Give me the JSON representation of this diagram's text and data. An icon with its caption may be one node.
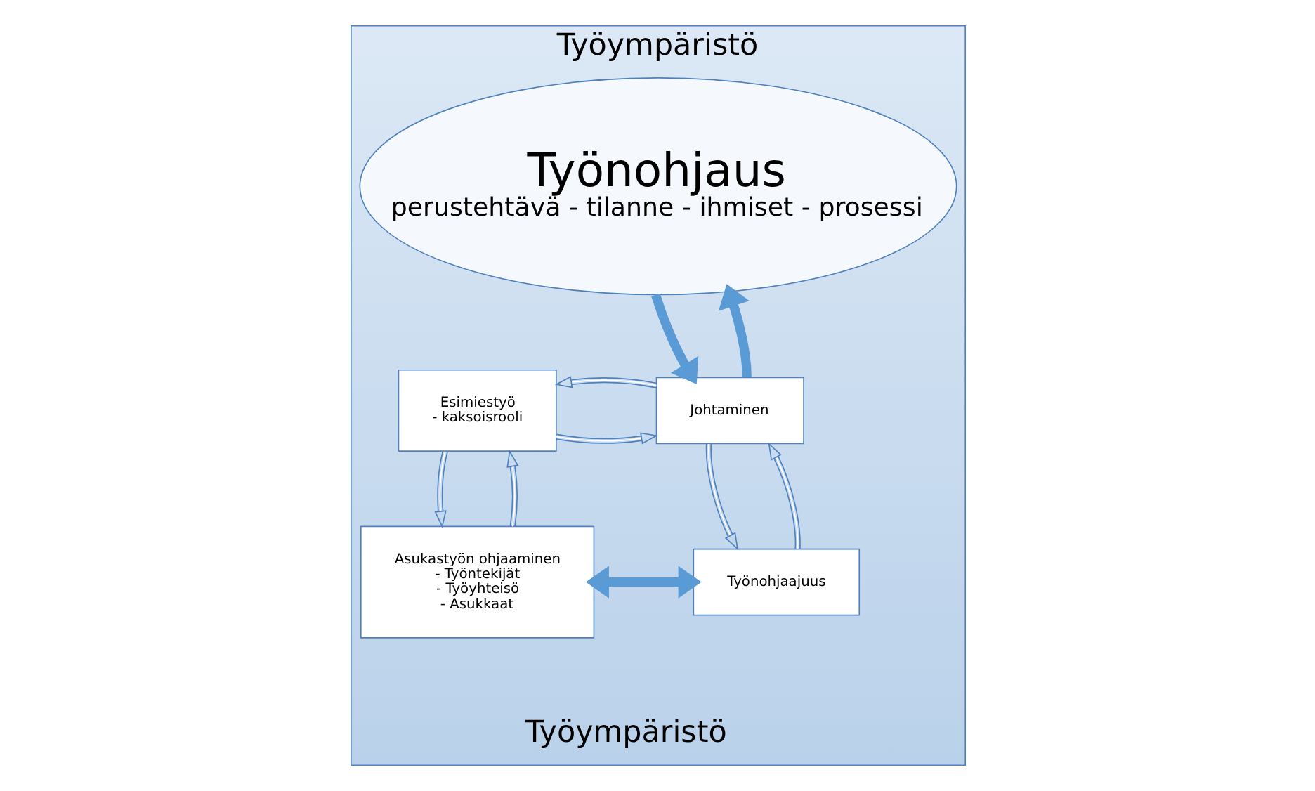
{
  "diagram": {
    "nodes": [
      {
        "text": [
          "Työympäristö",
          "Työympäristö"
        ]
      },
      {
        "text": [
          "Työnohjaus",
          "perustehtävä - tilanne - ihmiset - prosessi"
        ],
        "in": 0
      },
      {
        "text": [
          "Esimiestyö",
          "- kaksoisrooli"
        ],
        "in": 0
      },
      {
        "text": [
          "Johtaminen"
        ],
        "in": 0
      },
      {
        "text": [
          "Asukastyön ohjaaminen",
          "- Työntekijät",
          "- Työyhteisö",
          "- Asukkaat"
        ],
        "in": 0
      },
      {
        "text": [
          "Työnohjaajuus"
        ],
        "in": 0
      }
    ],
    "edges": [
      {
        "from": 2,
        "to": 3,
        "arrow": "to"
      },
      {
        "from": 3,
        "to": 2,
        "arrow": "to"
      },
      {
        "from": 4,
        "to": 2,
        "arrow": "to"
      },
      {
        "from": 2,
        "to": 4,
        "arrow": "to"
      },
      {
        "from": 3,
        "to": 5,
        "arrow": "to"
      },
      {
        "from": 5,
        "to": 3,
        "arrow": "to"
      },
      {
        "from": 1,
        "to": 3,
        "arrow": "to",
        "style": "thick",
        "color": "#5b9bd5"
      },
      {
        "from": 3,
        "to": 1,
        "arrow": "to",
        "style": "thick",
        "color": "#5b9bd5"
      },
      {
        "from": 4,
        "to": 5,
        "arrow": "both",
        "style": "thick",
        "color": "#5b9bd5"
      }
    ]
  }
}
